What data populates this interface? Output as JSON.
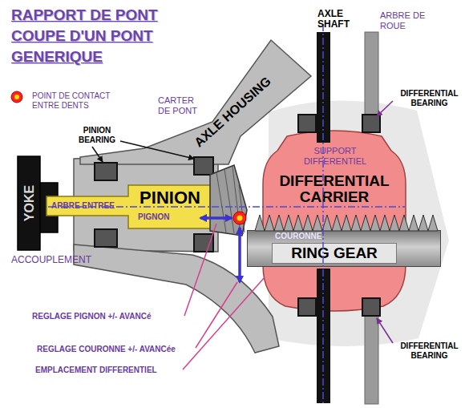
{
  "diagram": {
    "title": "RAPPORT DE PONT COUPE D'UN PONT GENERIQUE",
    "nodes": [
      {
        "text": [
          "YOKE"
        ]
      },
      {
        "text": [
          "ARBRE ENTREE",
          "PINION",
          "PIGNON"
        ]
      },
      {
        "text": [
          "AXLE HOUSING"
        ]
      },
      {
        "text": [
          "SUPPORT DIFFERENTIEL",
          "DIFFERENTIAL CARRIER"
        ]
      },
      {
        "text": [
          "COURONNE",
          "RING GEAR"
        ]
      }
    ],
    "labels": [
      "CARTER DE PONT",
      "AXLE SHAFT",
      "ARBRE DE ROUE",
      "DIFFERENTIAL BEARING",
      "PINION BEARING",
      "ACCOUPLEMENT",
      "DIFFERENTIAL BEARING",
      "REGLAGE PIGNON +/- AVANCé",
      "REGLAGE COURONNE +/- AVANCée",
      "EMPLACEMENT DIFFERENTIEL"
    ],
    "legend": [
      {
        "text": "POINT DE CONTACT ENTRE DENTS"
      }
    ]
  }
}
